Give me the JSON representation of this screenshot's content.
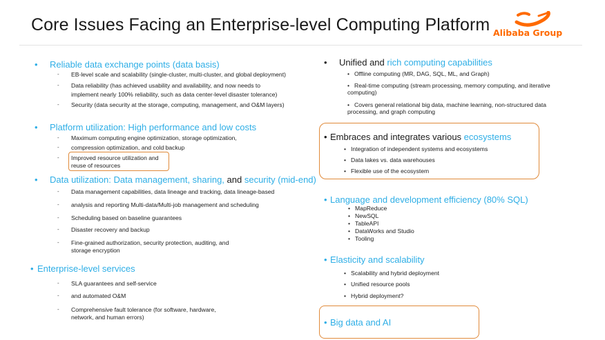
{
  "title": "Core Issues Facing an Enterprise-level Computing Platform",
  "logo": {
    "text": "Alibaba Group",
    "icon": "alibaba-smile-logo",
    "color": "#ff6a00"
  },
  "colors": {
    "accent": "#2eaee6",
    "highlight_border": "#e08a3a"
  },
  "left": {
    "reliable": {
      "heading": "Reliable data exchange points (data basis)",
      "items": [
        "EB-level scale and scalability (single-cluster, multi-cluster, and global deployment)",
        "Data reliability (has achieved usability and availability, and now needs to",
        "implement nearly 100% reliability, such as data center-level disaster tolerance)",
        "Security (data security at the storage, computing, management, and O&M layers)"
      ]
    },
    "platform": {
      "heading": "Platform utilization: High performance and low costs",
      "items": [
        "Maximum computing engine optimization, storage optimization,",
        "compression optimization, and cold backup",
        "Improved resource utilization and",
        "reuse of resources"
      ]
    },
    "data_util": {
      "heading_a": "Data utilization: Data management, sharing,",
      "heading_b": " and ",
      "heading_c": "security (mid-end)",
      "items": [
        "Data management capabilities, data lineage and tracking, data lineage-based",
        "analysis and reporting Multi-data/Multi-job management and scheduling",
        "Scheduling based on baseline guarantees",
        "Disaster recovery and backup",
        "Fine-grained authorization, security protection, auditing, and",
        "storage encryption"
      ]
    },
    "enterprise": {
      "heading": "Enterprise-level services",
      "items": [
        "SLA guarantees and self-service",
        "and automated O&M",
        "Comprehensive fault tolerance (for software, hardware,",
        "network, and human errors)"
      ]
    }
  },
  "right": {
    "unified": {
      "heading_a": "Unified and",
      "heading_b": " rich computing capabilities",
      "items": [
        "Offline computing (MR, DAG, SQL, ML, and Graph)",
        "Real-time computing (stream processing, memory computing, and iterative",
        "computing)",
        "Covers general relational big data, machine learning,  non-structured data",
        "processing, and graph computing"
      ]
    },
    "ecosystems": {
      "heading_a": "Embraces and integrates various",
      "heading_b": " ecosystems",
      "items": [
        "Integration of independent systems and ecosystems",
        "Data lakes vs. data warehouses",
        "Flexible use of the ecosystem"
      ]
    },
    "language": {
      "heading": "Language and development efficiency (80% SQL)",
      "items": [
        "MapReduce",
        "NewSQL",
        "TableAPI",
        "DataWorks and Studio",
        "Tooling"
      ]
    },
    "elasticity": {
      "heading": "Elasticity and scalability",
      "items": [
        "Scalability and hybrid deployment",
        "Unified resource pools",
        "Hybrid deployment?"
      ]
    },
    "bigdata": {
      "heading": "Big data and AI"
    }
  }
}
